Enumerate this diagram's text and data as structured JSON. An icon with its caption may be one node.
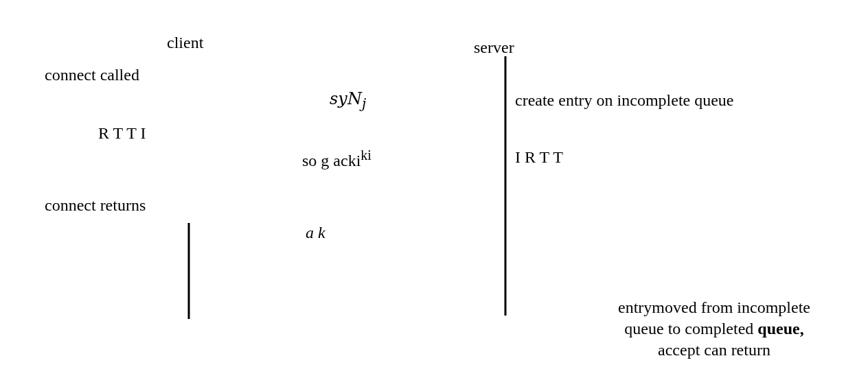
{
  "diagram": {
    "labels": [
      "client",
      "server",
      "connect called",
      "syN$_{j}$",
      "create entry on incomplete queue",
      "R T T I",
      "I R T T",
      "so g acki$^{ki}$",
      "connect returns",
      "a k",
      "entrymoved from incomplete queue to completed **queue,** accept can return"
    ]
  }
}
